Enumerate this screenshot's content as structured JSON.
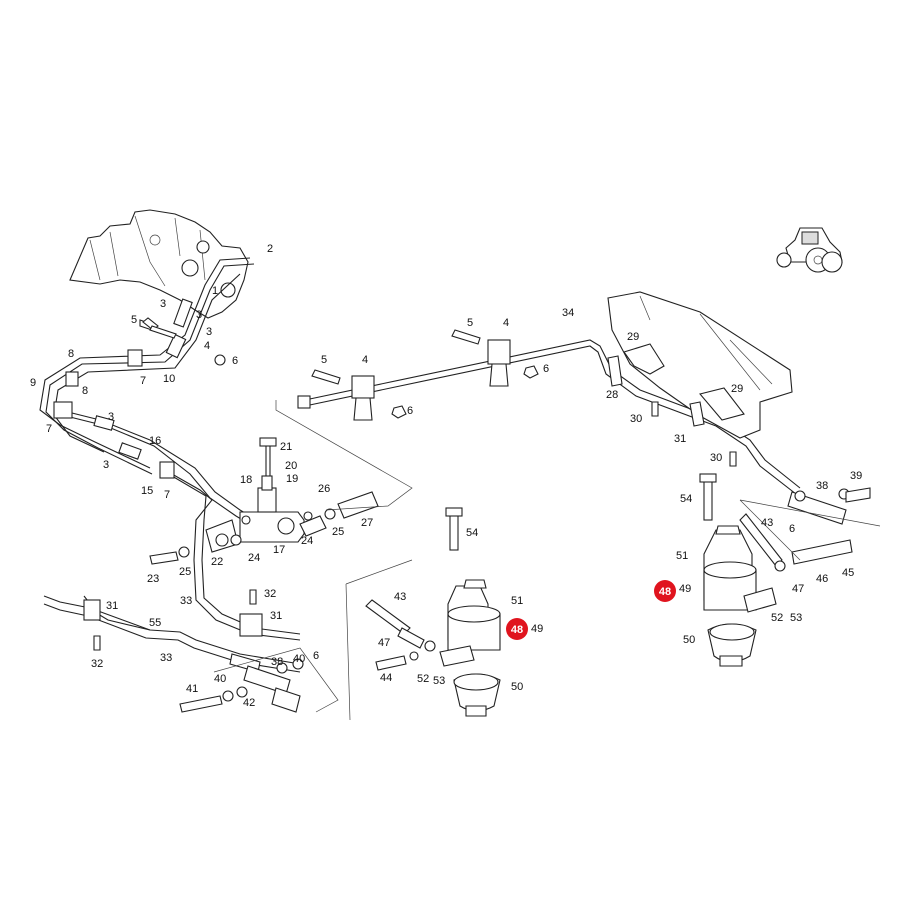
{
  "diagram": {
    "highlight_color": "#e0141e",
    "icon": "tractor-icon",
    "callouts": [
      {
        "id": "c2a",
        "text": "2"
      },
      {
        "id": "c3a",
        "text": "3"
      },
      {
        "id": "c1a",
        "text": "1"
      },
      {
        "id": "c3b",
        "text": "3"
      },
      {
        "id": "c5a",
        "text": "5"
      },
      {
        "id": "c3c",
        "text": "3"
      },
      {
        "id": "c4a",
        "text": "4"
      },
      {
        "id": "c6a",
        "text": "6"
      },
      {
        "id": "c8a",
        "text": "8"
      },
      {
        "id": "c10a",
        "text": "10"
      },
      {
        "id": "c7a",
        "text": "7"
      },
      {
        "id": "c9a",
        "text": "9"
      },
      {
        "id": "c8b",
        "text": "8"
      },
      {
        "id": "c3d",
        "text": "3"
      },
      {
        "id": "c7b",
        "text": "7"
      },
      {
        "id": "c16a",
        "text": "16"
      },
      {
        "id": "c3e",
        "text": "3"
      },
      {
        "id": "c15a",
        "text": "15"
      },
      {
        "id": "c7c",
        "text": "7"
      },
      {
        "id": "c5b",
        "text": "5"
      },
      {
        "id": "c4b",
        "text": "4"
      },
      {
        "id": "c5c",
        "text": "5"
      },
      {
        "id": "c4c",
        "text": "4"
      },
      {
        "id": "c6b",
        "text": "6"
      },
      {
        "id": "c6c",
        "text": "6"
      },
      {
        "id": "c34a",
        "text": "34"
      },
      {
        "id": "c29a",
        "text": "29"
      },
      {
        "id": "c29b",
        "text": "29"
      },
      {
        "id": "c28a",
        "text": "28"
      },
      {
        "id": "c30a",
        "text": "30"
      },
      {
        "id": "c31a",
        "text": "31"
      },
      {
        "id": "c30b",
        "text": "30"
      },
      {
        "id": "c21a",
        "text": "21"
      },
      {
        "id": "c20a",
        "text": "20"
      },
      {
        "id": "c19a",
        "text": "19"
      },
      {
        "id": "c18a",
        "text": "18"
      },
      {
        "id": "c26a",
        "text": "26"
      },
      {
        "id": "c25a",
        "text": "25"
      },
      {
        "id": "c27a",
        "text": "27"
      },
      {
        "id": "c24a",
        "text": "24"
      },
      {
        "id": "c17a",
        "text": "17"
      },
      {
        "id": "c24b",
        "text": "24"
      },
      {
        "id": "c22a",
        "text": "22"
      },
      {
        "id": "c23a",
        "text": "23"
      },
      {
        "id": "c25b",
        "text": "25"
      },
      {
        "id": "c33a",
        "text": "33"
      },
      {
        "id": "c32a",
        "text": "32"
      },
      {
        "id": "c31b",
        "text": "31"
      },
      {
        "id": "c31c",
        "text": "31"
      },
      {
        "id": "c55a",
        "text": "55"
      },
      {
        "id": "c32b",
        "text": "32"
      },
      {
        "id": "c33b",
        "text": "33"
      },
      {
        "id": "c38a",
        "text": "38"
      },
      {
        "id": "c40a",
        "text": "40"
      },
      {
        "id": "c6d",
        "text": "6"
      },
      {
        "id": "c41a",
        "text": "41"
      },
      {
        "id": "c40b",
        "text": "40"
      },
      {
        "id": "c42a",
        "text": "42"
      },
      {
        "id": "c54a",
        "text": "54"
      },
      {
        "id": "c43a",
        "text": "43"
      },
      {
        "id": "c51a",
        "text": "51"
      },
      {
        "id": "c49a",
        "text": "49"
      },
      {
        "id": "c47a",
        "text": "47"
      },
      {
        "id": "c44a",
        "text": "44"
      },
      {
        "id": "c52a",
        "text": "52"
      },
      {
        "id": "c53a",
        "text": "53"
      },
      {
        "id": "c50a",
        "text": "50"
      },
      {
        "id": "c54b",
        "text": "54"
      },
      {
        "id": "c38b",
        "text": "38"
      },
      {
        "id": "c39a",
        "text": "39"
      },
      {
        "id": "c43b",
        "text": "43"
      },
      {
        "id": "c6e",
        "text": "6"
      },
      {
        "id": "c51b",
        "text": "51"
      },
      {
        "id": "c46a",
        "text": "46"
      },
      {
        "id": "c45a",
        "text": "45"
      },
      {
        "id": "c49b",
        "text": "49"
      },
      {
        "id": "c47b",
        "text": "47"
      },
      {
        "id": "c52b",
        "text": "52"
      },
      {
        "id": "c53b",
        "text": "53"
      },
      {
        "id": "c50b",
        "text": "50"
      }
    ],
    "highlights": [
      {
        "id": "h48a",
        "text": "48"
      },
      {
        "id": "h48b",
        "text": "48"
      }
    ]
  }
}
